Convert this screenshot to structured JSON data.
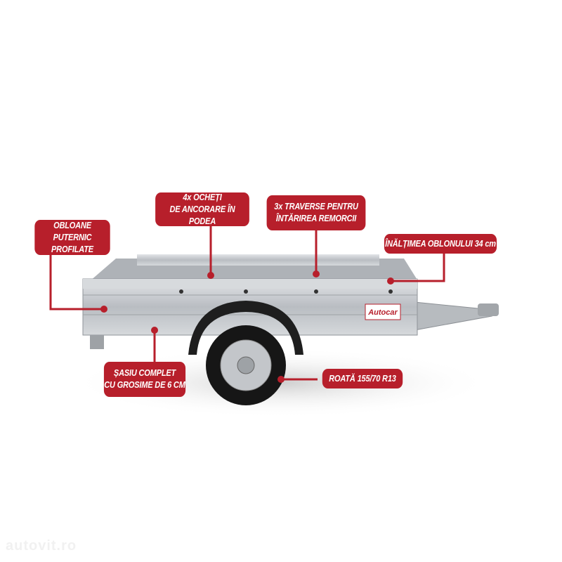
{
  "callouts": [
    {
      "line1": "OBLOANE PUTERNIC",
      "line2": "PROFILATE"
    },
    {
      "line1": "4x OCHEȚI",
      "line2": "DE ANCORARE ÎN PODEA"
    },
    {
      "line1": "3x TRAVERSE PENTRU",
      "line2": "ÎNTĂRIREA REMORCII"
    },
    {
      "line1": "ÎNĂLȚIMEA OBLONULUI 34 cm"
    },
    {
      "line1": "ȘASIU COMPLET",
      "line2": "CU GROSIME DE 6 CM"
    },
    {
      "line1": "ROATĂ 155/70 R13"
    }
  ],
  "brand_plate": "Autocar",
  "watermark": "autovit.ro",
  "colors": {
    "accent": "#b71f2b",
    "metal": "#c9ccd0"
  }
}
